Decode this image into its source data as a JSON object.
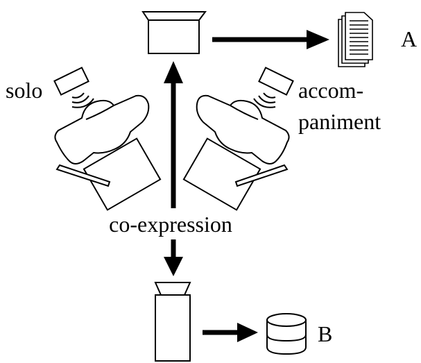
{
  "labels": {
    "solo": "solo",
    "accompaniment_line1": "accom-",
    "accompaniment_line2": "paniment",
    "coexpression": "co-expression",
    "output_a": "A",
    "output_b": "B"
  },
  "colors": {
    "ink": "#000000",
    "background": "#ffffff"
  },
  "icons": [
    "laptop-icon",
    "documents-icon",
    "speaker-icon",
    "performer-icon",
    "tablet-icon",
    "stylus-icon",
    "camera-icon",
    "database-icon"
  ]
}
